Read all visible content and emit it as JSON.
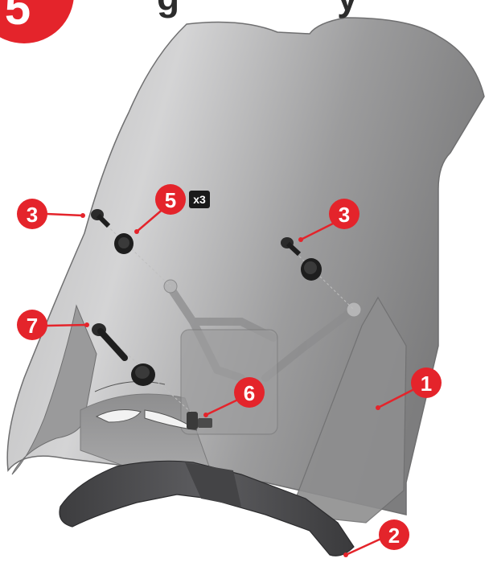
{
  "step": {
    "number": "5",
    "heading": "g",
    "heading_tail": "y",
    "badge_color": "#e4242b"
  },
  "callouts": [
    {
      "id": "windshield",
      "label": "1"
    },
    {
      "id": "deflector",
      "label": "2"
    },
    {
      "id": "screw-left",
      "label": "3"
    },
    {
      "id": "screw-right",
      "label": "3"
    },
    {
      "id": "grommet",
      "label": "5"
    },
    {
      "id": "clip",
      "label": "6"
    },
    {
      "id": "long-bolt",
      "label": "7"
    }
  ],
  "quantity_tag": "x3",
  "colors": {
    "callout": "#e4242b",
    "shield_fill": "#a9a9aa",
    "shield_edge": "#6f6f70",
    "hardware": "#1e1e1e",
    "deflector": "#4e4e50"
  }
}
